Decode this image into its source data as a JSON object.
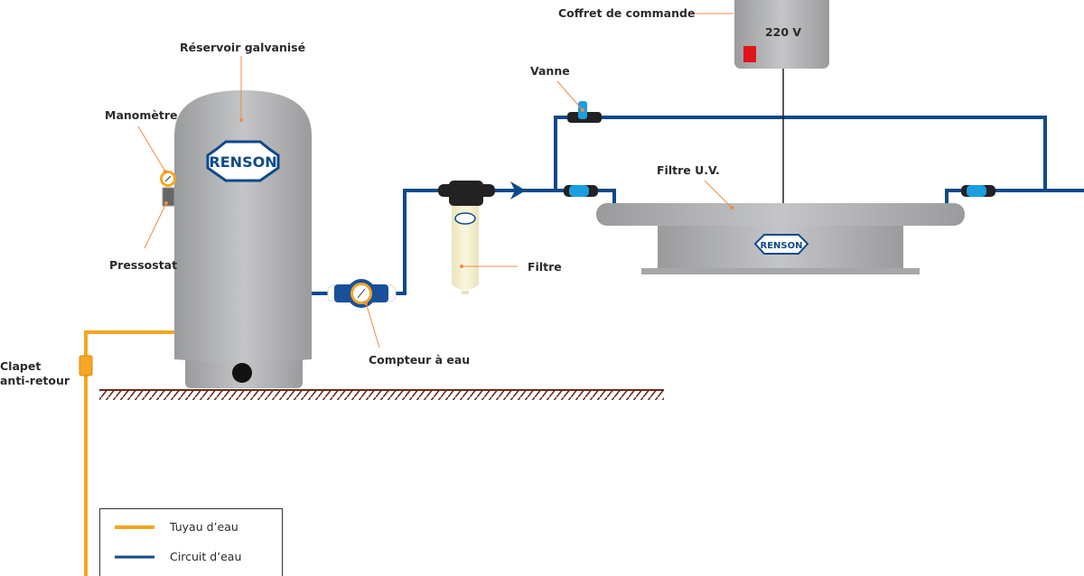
{
  "labels": {
    "reservoir": "Réservoir galvanisé",
    "manometre": "Manomètre",
    "pressostat": "Pressostat",
    "clapet_line1": "Clapet",
    "clapet_line2": "anti-retour",
    "compteur": "Compteur à eau",
    "filtre": "Filtre",
    "vanne": "Vanne",
    "filtre_uv": "Filtre U.V.",
    "coffret": "Coffret de commande",
    "voltage": "220 V"
  },
  "logo": "RENSON",
  "legend": [
    {
      "label": "Tuyau d’eau",
      "color": "#f5a623"
    },
    {
      "label": "Circuit d’eau",
      "color": "#0d4a8a"
    }
  ],
  "colors": {
    "water_pipe": "#f5a623",
    "water_circuit": "#0d4a8a",
    "leader": "#f08a4b",
    "ground": "#6b2a1a",
    "valve_blue": "#1a9ee0"
  }
}
